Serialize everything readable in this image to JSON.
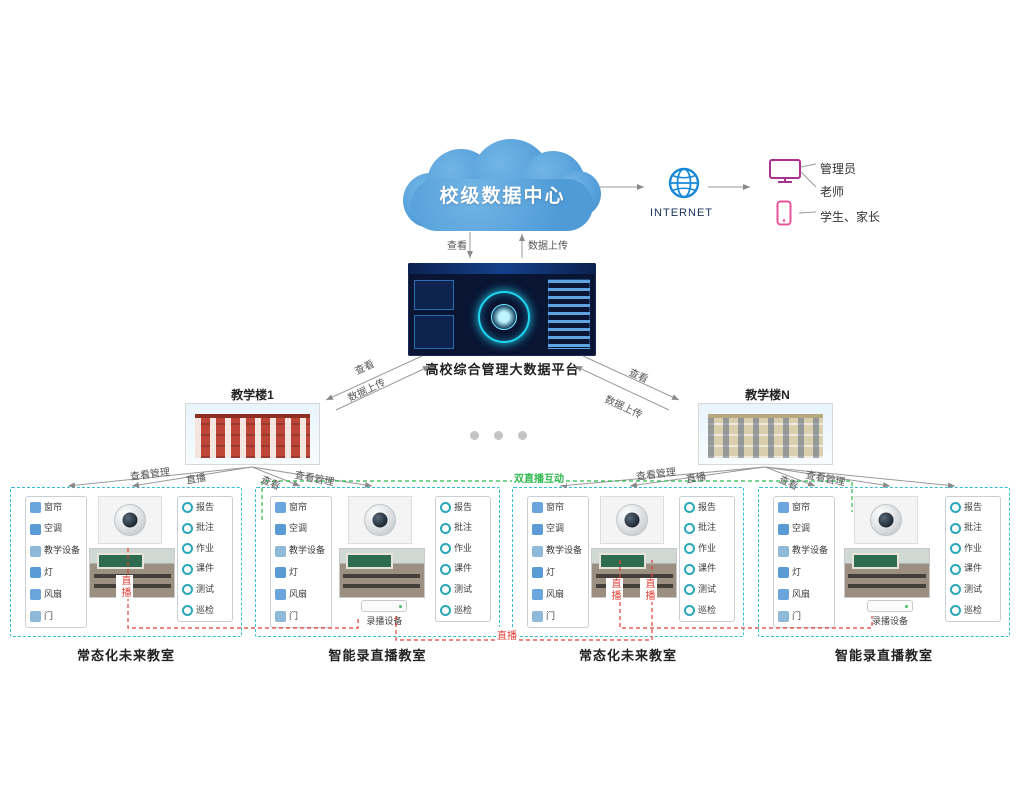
{
  "cloud": {
    "label": "校级数据中心"
  },
  "internet": {
    "label": "INTERNET"
  },
  "users": {
    "admin": "管理员",
    "teacher": "老师",
    "student_parent": "学生、家长"
  },
  "platform": {
    "label": "高校综合管理大数据平台"
  },
  "buildings": {
    "b1": "教学楼1",
    "bn": "教学楼N"
  },
  "link_labels": {
    "view": "查看",
    "upload": "数据上传",
    "view_manage": "查看管理",
    "live": "直播",
    "dual_live": "双直播互动"
  },
  "colors": {
    "cloud_blue": "#4f9bd7",
    "cluster_border_cyan": "#35bdd0",
    "live_red": "#e04038",
    "dual_green": "#2eb84e"
  },
  "clusters": [
    {
      "label": "常态化未来教室",
      "devices": [
        "窗帘",
        "空调",
        "教学设备",
        "灯",
        "风扇",
        "门"
      ],
      "functions": [
        "报告",
        "批注",
        "作业",
        "课件",
        "测试",
        "巡检"
      ]
    },
    {
      "label": "智能录直播教室",
      "devices": [
        "窗帘",
        "空调",
        "教学设备",
        "灯",
        "风扇",
        "门"
      ],
      "functions": [
        "报告",
        "批注",
        "作业",
        "课件",
        "测试",
        "巡检"
      ],
      "recorder": "录播设备"
    },
    {
      "label": "常态化未来教室",
      "devices": [
        "窗帘",
        "空调",
        "教学设备",
        "灯",
        "风扇",
        "门"
      ],
      "functions": [
        "报告",
        "批注",
        "作业",
        "课件",
        "测试",
        "巡检"
      ]
    },
    {
      "label": "智能录直播教室",
      "devices": [
        "窗帘",
        "空调",
        "教学设备",
        "灯",
        "风扇",
        "门"
      ],
      "functions": [
        "报告",
        "批注",
        "作业",
        "课件",
        "测试",
        "巡检"
      ],
      "recorder": "录播设备"
    }
  ]
}
